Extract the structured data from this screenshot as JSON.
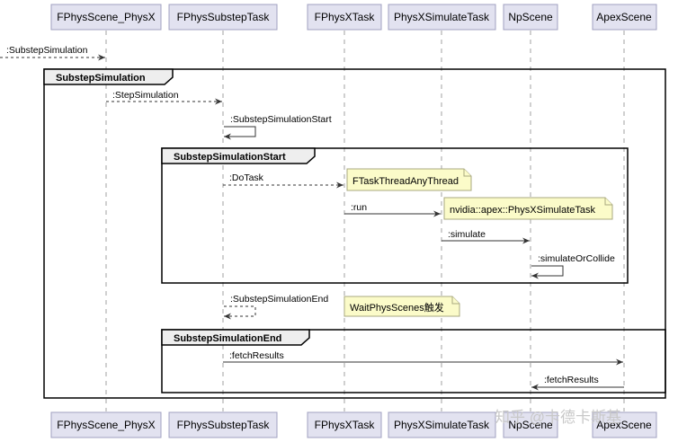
{
  "participants": [
    {
      "id": "physx_scene",
      "label": "FPhysScene_PhysX"
    },
    {
      "id": "substep_task",
      "label": "FPhysSubstepTask"
    },
    {
      "id": "physx_task",
      "label": "FPhysXTask"
    },
    {
      "id": "simulate_task",
      "label": "PhysXSimulateTask"
    },
    {
      "id": "np_scene",
      "label": "NpScene"
    },
    {
      "id": "apex_scene",
      "label": "ApexScene"
    }
  ],
  "frames": {
    "outer": "SubstepSimulation",
    "start": "SubstepSimulationStart",
    "end": "SubstepSimulationEnd"
  },
  "messages": {
    "incoming": ":SubstepSimulation",
    "step": ":StepSimulation",
    "substep_start": ":SubstepSimulationStart",
    "do_task": ":DoTask",
    "run": ":run",
    "simulate": ":simulate",
    "simulate_or_collide": ":simulateOrCollide",
    "substep_end": ":SubstepSimulationEnd",
    "fetch_1": ":fetchResults",
    "fetch_2": ":fetchResults"
  },
  "notes": {
    "any_thread": "FTaskThreadAnyThread",
    "simulate_task": "nvidia::apex::PhysXSimulateTask",
    "wait": "WaitPhysScenes触发"
  },
  "watermark": "知乎 @卡德卡斯基",
  "colors": {
    "participant_fill": "#e2e2f0",
    "note_fill": "#fbfbc9",
    "frame_tab_fill": "#eeeeee"
  }
}
